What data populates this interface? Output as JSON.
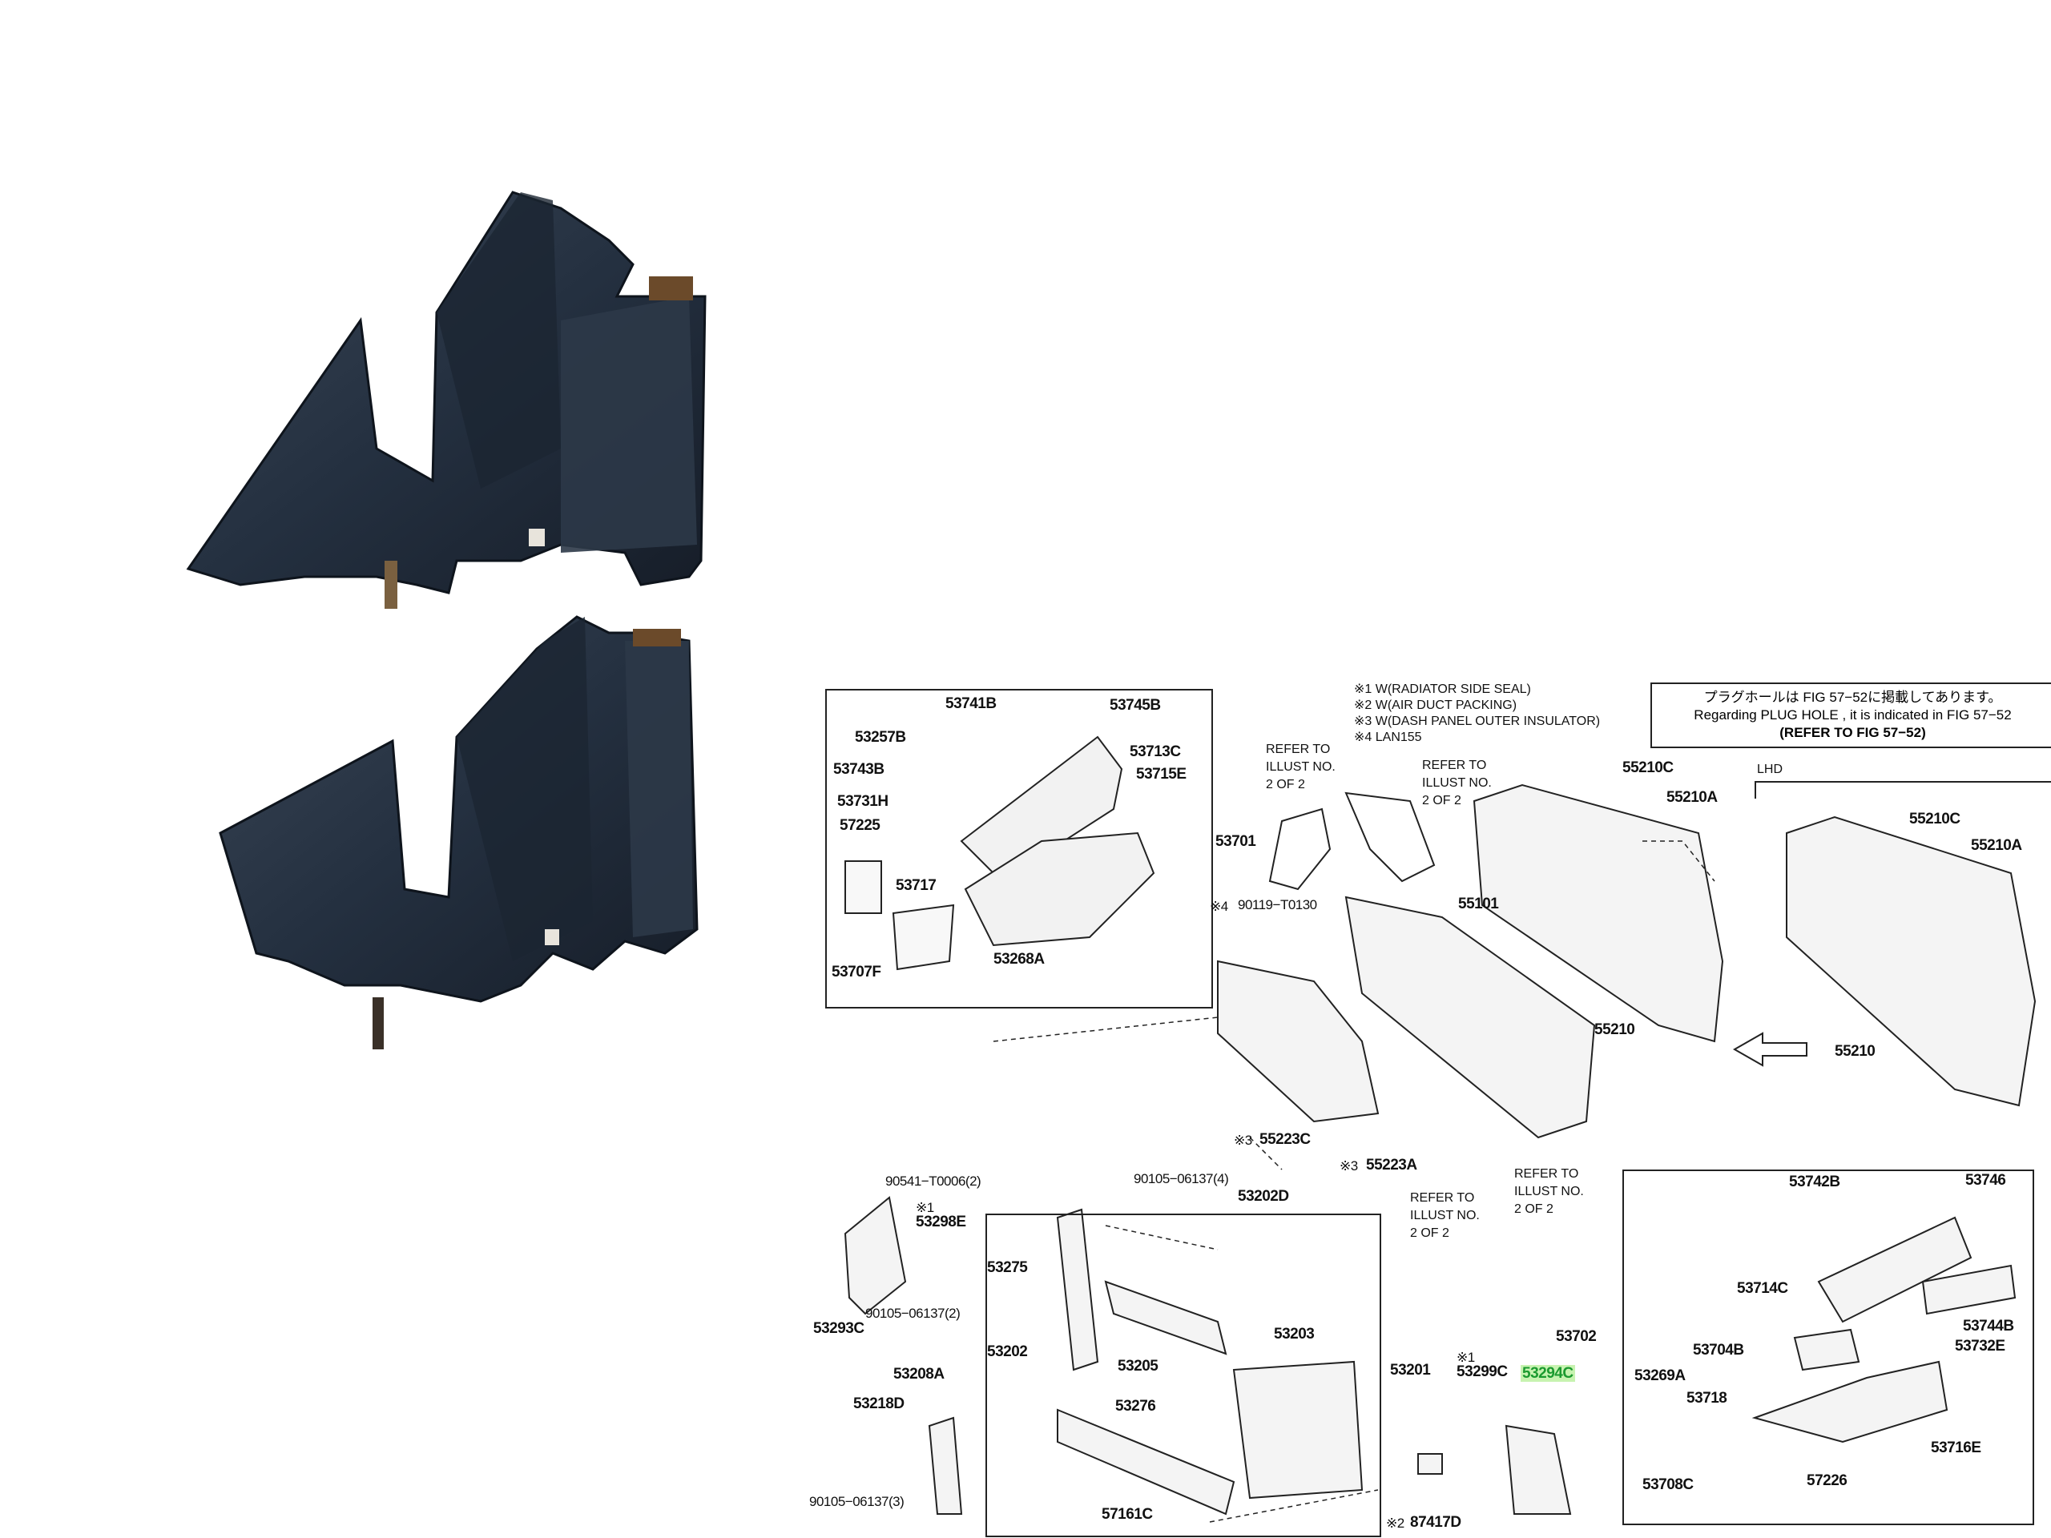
{
  "notes": {
    "n1": "※1 W(RADIATOR SIDE SEAL)",
    "n2": "※2 W(AIR DUCT PACKING)",
    "n3": "※3 W(DASH PANEL OUTER INSULATOR)",
    "n4": "※4 LAN155"
  },
  "info_box": {
    "line1": "プラグホールは FIG 57−52に掲載してあります。",
    "line2": "Regarding PLUG HOLE , it is indicated in FIG 57−52",
    "line3": "(REFER TO FIG 57−52)"
  },
  "refer": {
    "a1": "REFER TO",
    "a2": "ILLUST NO.",
    "a3": "2 OF 2"
  },
  "lhd": "LHD",
  "parts": {
    "p53741B": "53741B",
    "p53745B": "53745B",
    "p53257B": "53257B",
    "p53713C": "53713C",
    "p53743B": "53743B",
    "p53715E": "53715E",
    "p53731H": "53731H",
    "p57225": "57225",
    "p53701": "53701",
    "p53717": "53717",
    "p53707F": "53707F",
    "p53268A": "53268A",
    "p90119": "90119−T0130",
    "s4": "※4",
    "p55101": "55101",
    "p55210C_a": "55210C",
    "p55210A_a": "55210A",
    "p55210_a": "55210",
    "p55210C_b": "55210C",
    "p55210A_b": "55210A",
    "p55210_b": "55210",
    "s3a": "※3",
    "p55223C": "55223C",
    "s3b": "※3",
    "p55223A": "55223A",
    "p90541": "90541−T0006(2)",
    "p90105_4": "90105−06137(4)",
    "p53202D": "53202D",
    "s1a": "※1",
    "p53298E": "53298E",
    "p53275": "53275",
    "p90105_2": "90105−06137(2)",
    "p53293C": "53293C",
    "p53202": "53202",
    "p53205": "53205",
    "p53203": "53203",
    "p53201": "53201",
    "p53208A": "53208A",
    "p53218D": "53218D",
    "p53276": "53276",
    "p90105_3": "90105−06137(3)",
    "p57161C": "57161C",
    "s1b": "※1",
    "p53299C": "53299C",
    "p53294C": "53294C",
    "p53702": "53702",
    "s2": "※2",
    "p87417D": "87417D",
    "p53742B": "53742B",
    "p53746": "53746",
    "p53714C": "53714C",
    "p53744B": "53744B",
    "p53704B": "53704B",
    "p53732E": "53732E",
    "p53269A": "53269A",
    "p53718": "53718",
    "p53716E": "53716E",
    "p53708C": "53708C",
    "p57226": "57226"
  },
  "colors": {
    "part_dark": "#2a3340",
    "highlight": "#c7f3b0",
    "line": "#222222"
  }
}
